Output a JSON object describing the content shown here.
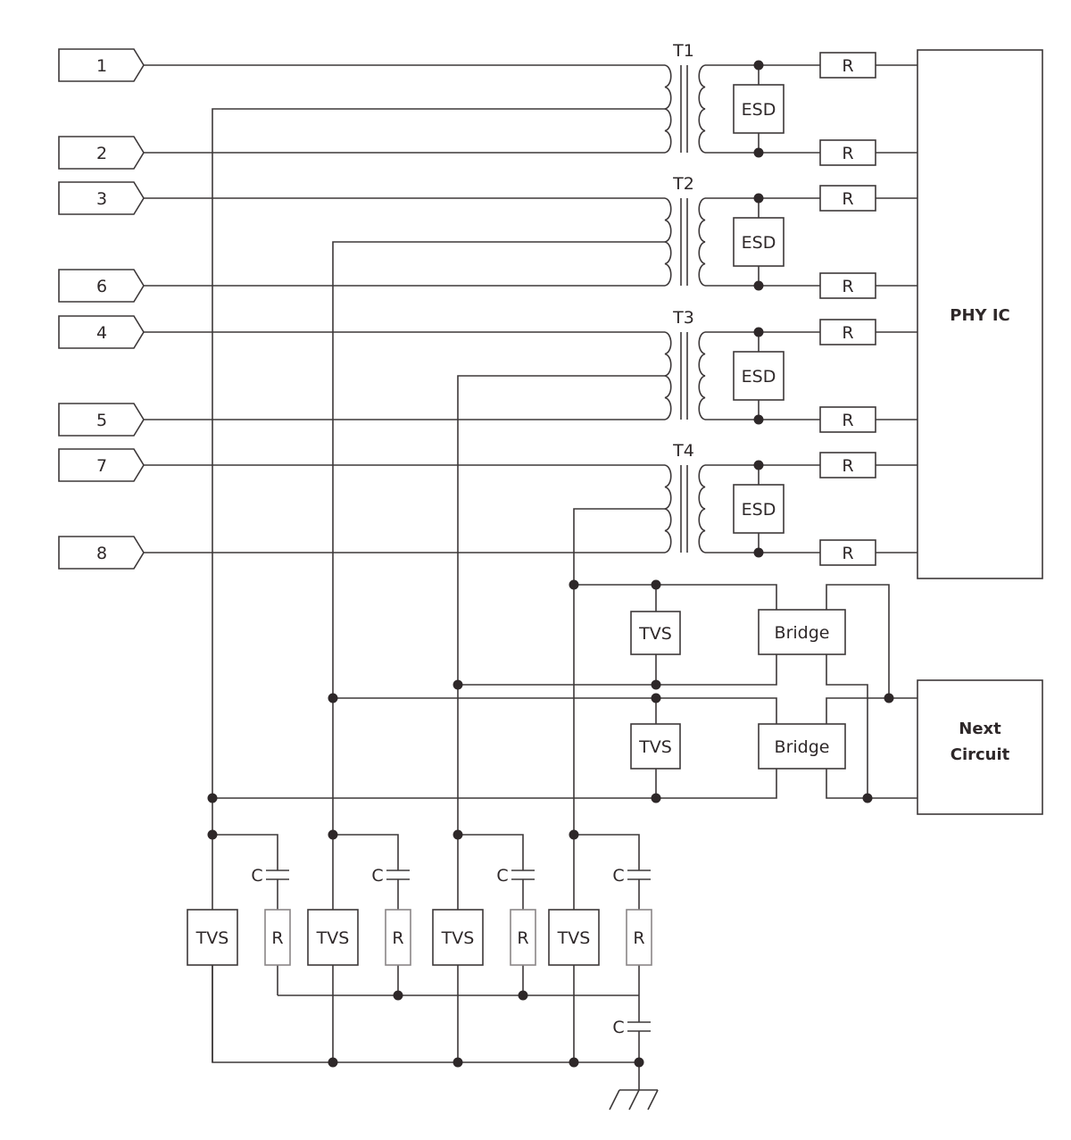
{
  "connectors": [
    {
      "pin": "1",
      "pair": 0,
      "side": "top"
    },
    {
      "pin": "2",
      "pair": 0,
      "side": "bottom"
    },
    {
      "pin": "3",
      "pair": 1,
      "side": "top"
    },
    {
      "pin": "6",
      "pair": 1,
      "side": "bottom"
    },
    {
      "pin": "4",
      "pair": 2,
      "side": "top"
    },
    {
      "pin": "5",
      "pair": 2,
      "side": "bottom"
    },
    {
      "pin": "7",
      "pair": 3,
      "side": "top"
    },
    {
      "pin": "8",
      "pair": 3,
      "side": "bottom"
    }
  ],
  "transformers": [
    {
      "label": "T1"
    },
    {
      "label": "T2"
    },
    {
      "label": "T3"
    },
    {
      "label": "T4"
    }
  ],
  "labels": {
    "esd": "ESD",
    "resistor": "R",
    "capacitor": "C",
    "tvs": "TVS",
    "bridge": "Bridge",
    "phy_ic": "PHY IC",
    "next_circuit_line1": "Next",
    "next_circuit_line2": "Circuit"
  },
  "bob_smith_columns": 4,
  "bridges": 2,
  "colors": {
    "wire": "#3d3839",
    "dot": "#2e2829",
    "text": "#2e2829"
  }
}
